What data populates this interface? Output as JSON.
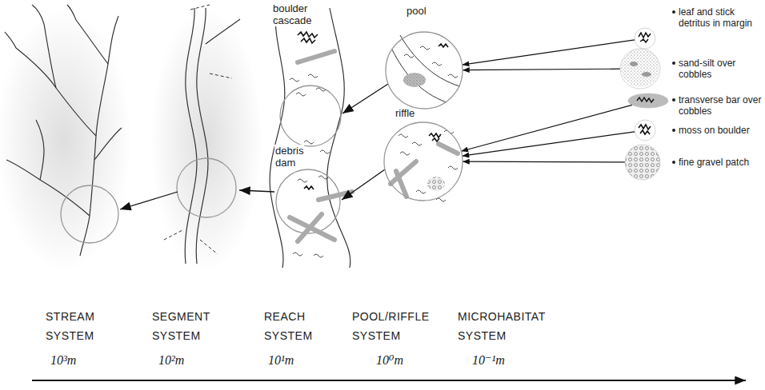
{
  "diagram": {
    "nodes": [
      {
        "text": [
          "pool"
        ]
      },
      {
        "text": [
          "riffle"
        ]
      },
      {
        "text": [
          "leaf and stick detritus in margin"
        ]
      },
      {
        "text": [
          "sand-silt over cobbles"
        ]
      },
      {
        "text": [
          "transverse bar over cobbles"
        ]
      },
      {
        "text": [
          "moss on boulder"
        ]
      },
      {
        "text": [
          "fine gravel patch"
        ]
      }
    ],
    "edges": [
      {
        "from": 2,
        "to": 0,
        "arrow": "to"
      },
      {
        "from": 3,
        "to": 0,
        "arrow": "to"
      },
      {
        "from": 4,
        "to": 1,
        "arrow": "to"
      },
      {
        "from": 5,
        "to": 1,
        "arrow": "to"
      },
      {
        "from": 6,
        "to": 1,
        "arrow": "to"
      }
    ],
    "labels": [
      "boulder cascade",
      "debris dam",
      "STREAM SYSTEM",
      "10³m",
      "SEGMENT SYSTEM",
      "10²m",
      "REACH SYSTEM",
      "10¹m",
      "POOL/RIFFLE SYSTEM",
      "10⁰m",
      "MICROHABITAT SYSTEM",
      "10⁻¹m"
    ]
  }
}
